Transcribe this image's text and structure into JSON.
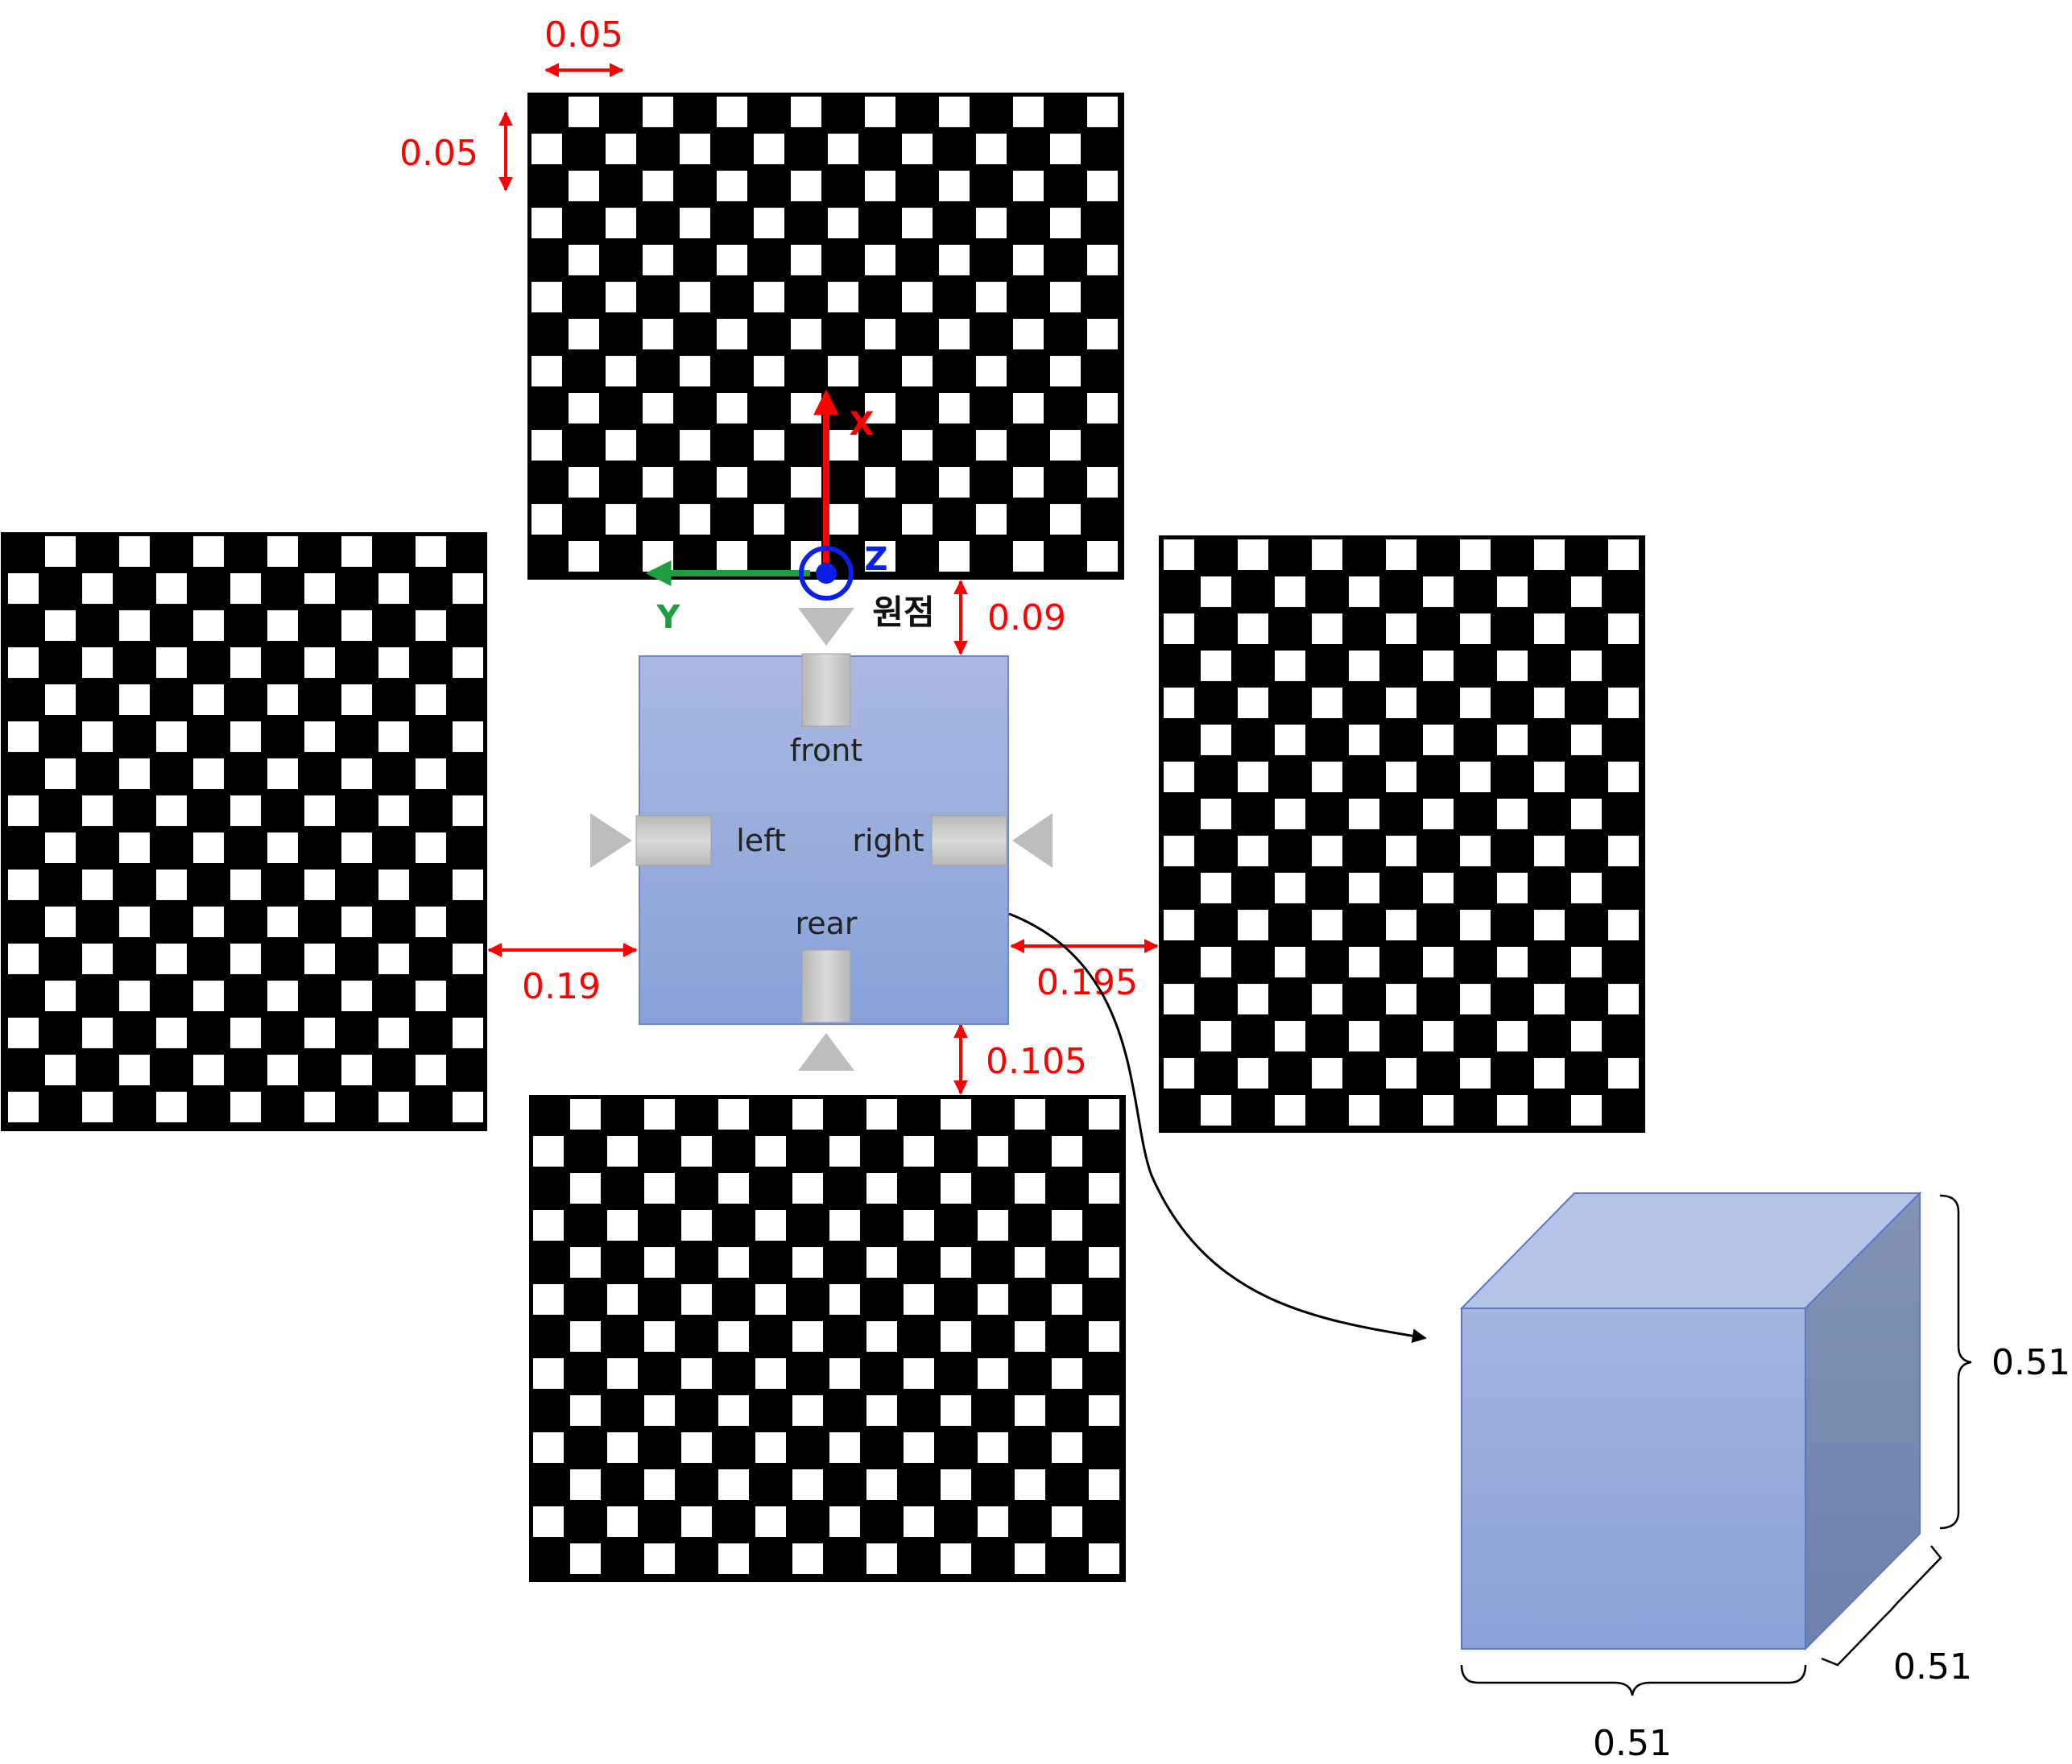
{
  "colors": {
    "dimension": "#ff0000",
    "axis_x": "#ff0000",
    "axis_y": "#1e9e3e",
    "axis_z": "#0a20e8",
    "robot_fill_top": "#a8b8e0",
    "robot_fill_bottom": "#8aa2d8",
    "robot_stroke": "#4a6bc0",
    "sensor_gray": "#c0c0c0"
  },
  "labels": {
    "square_width": "0.05",
    "square_height": "0.05",
    "axis_x": "X",
    "axis_y": "Y",
    "axis_z": "Z",
    "origin": "원점",
    "gap_front": "0.09",
    "gap_left": "0.19",
    "gap_right": "0.195",
    "gap_rear": "0.105",
    "cam_front": "front",
    "cam_left": "left",
    "cam_right": "right",
    "cam_rear": "rear",
    "cube_height": "0.51",
    "cube_depth": "0.51",
    "cube_width": "0.51"
  }
}
